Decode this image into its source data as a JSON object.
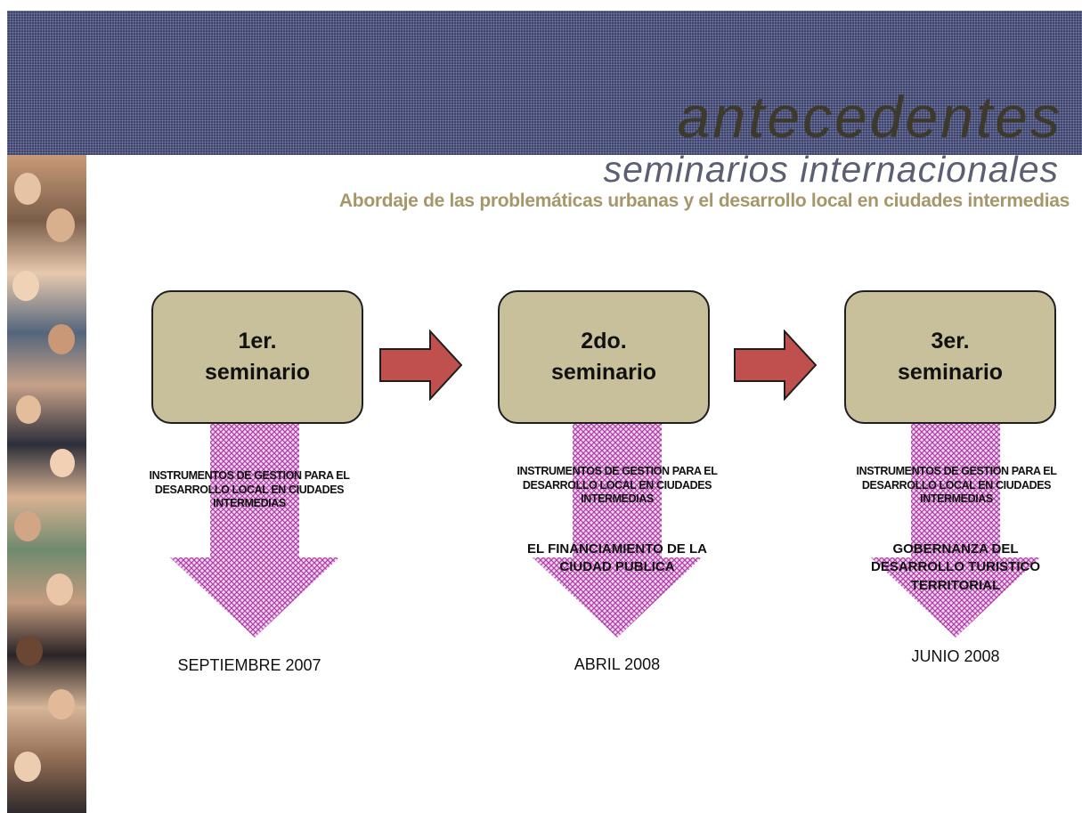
{
  "header": {
    "title": "antecedentes",
    "subtitle": "seminarios internacionales",
    "description": "Abordaje de las problemáticas urbanas y el desarrollo local en ciudades intermedias"
  },
  "colors": {
    "banner": "#3d4470",
    "box_fill": "#c8bf9b",
    "arrow_red": "#c0504d",
    "down_arrow": "#b040a8",
    "description_text": "#a5976a"
  },
  "seminars": [
    {
      "number": "1er.",
      "label": "seminario",
      "instruments": "INSTRUMENTOS DE GESTION PARA EL DESARROLLO LOCAL EN CIUDADES INTERMEDIAS",
      "topic": "",
      "date": "SEPTIEMBRE 2007"
    },
    {
      "number": "2do.",
      "label": "seminario",
      "instruments": "INSTRUMENTOS DE GESTION PARA EL DESARROLLO LOCAL EN CIUDADES INTERMEDIAS",
      "topic": "EL FINANCIAMIENTO DE LA CIUDAD PUBLICA",
      "date": "ABRIL 2008"
    },
    {
      "number": "3er.",
      "label": "seminario",
      "instruments": "INSTRUMENTOS DE GESTION PARA EL DESARROLLO LOCAL EN CIUDADES INTERMEDIAS",
      "topic": "GOBERNANZA DEL DESARROLLO TURISTICO TERRITORIAL",
      "date": "JUNIO 2008"
    }
  ]
}
